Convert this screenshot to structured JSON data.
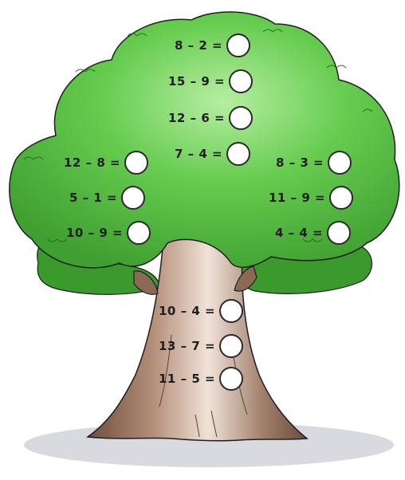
{
  "problems": [
    {
      "expression": "8 – 2 =",
      "answer": ""
    },
    {
      "expression": "15 – 9 =",
      "answer": ""
    },
    {
      "expression": "12 – 6 =",
      "answer": ""
    },
    {
      "expression": "7 – 4 =",
      "answer": ""
    },
    {
      "expression": "12 – 8 =",
      "answer": ""
    },
    {
      "expression": "5 – 1 =",
      "answer": ""
    },
    {
      "expression": "10 – 9 =",
      "answer": ""
    },
    {
      "expression": "8 – 3 =",
      "answer": ""
    },
    {
      "expression": "11 – 9 =",
      "answer": ""
    },
    {
      "expression": "4 – 4 =",
      "answer": ""
    },
    {
      "expression": "10 – 4 =",
      "answer": ""
    },
    {
      "expression": "13 – 7 =",
      "answer": ""
    },
    {
      "expression": "11 – 5 =",
      "answer": ""
    }
  ],
  "colors": {
    "foliage_dark": "#3b9a2c",
    "foliage_mid": "#56c241",
    "foliage_light": "#a8e896",
    "trunk_dark": "#7a5a46",
    "trunk_light": "#e8d8cc",
    "shadow": "#d6d7dc",
    "outline": "#1f1f1f"
  }
}
